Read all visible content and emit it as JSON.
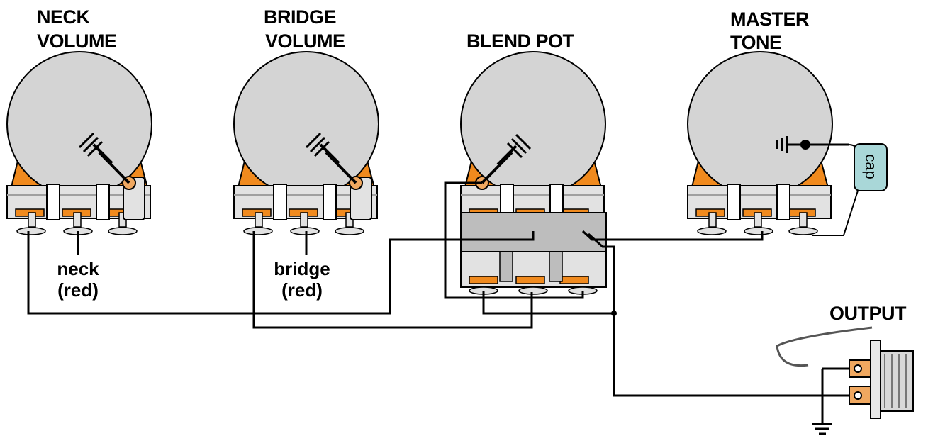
{
  "labels": {
    "neck_volume": [
      "NECK",
      "VOLUME"
    ],
    "bridge_volume": [
      "BRIDGE",
      "VOLUME"
    ],
    "blend_pot": "BLEND POT",
    "master_tone": [
      "MASTER",
      "TONE"
    ],
    "output": "OUTPUT",
    "neck_wire": [
      "neck",
      "(red)"
    ],
    "bridge_wire": [
      "bridge",
      "(red)"
    ],
    "cap": "cap"
  },
  "colors": {
    "pot_body": "#d4d4d4",
    "pot_base": "#e2e2e2",
    "lug_orange": "#f08a1e",
    "wire": "#000000",
    "capacitor": "#a9d7d8",
    "jack_orange": "#f0a860"
  },
  "icons": [
    "ground-symbol",
    "jack-socket",
    "capacitor"
  ]
}
